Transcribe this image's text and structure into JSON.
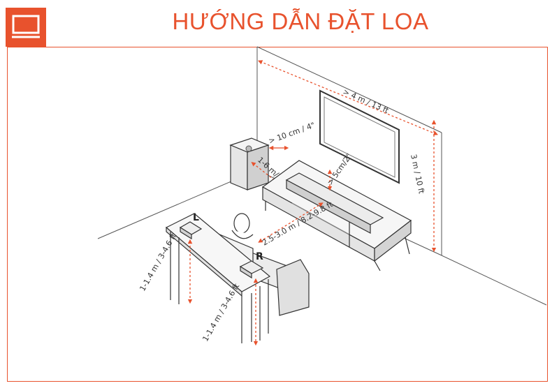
{
  "header": {
    "title": "HƯỚNG DẪN ĐẶT LOA",
    "brand_color": "#e8522d",
    "logo_icon": "tv-monitor-icon"
  },
  "labels": {
    "tv_width": "> 4 m / 13 ft",
    "wall_height": "3 m / 10 ft",
    "sub_gap": "> 10 cm / 4\"",
    "sub_distance": "1-6 m/3-20 ft",
    "bar_gap": "> 5cm/2\"",
    "listen_distance": "2.5-3.0 m / 8.2-9.8 ft",
    "left_height": "1-1.4 m / 3-4.6 ft",
    "right_height": "1-1.4 m / 3-4.6 ft",
    "left_speaker": "L",
    "right_speaker": "R"
  },
  "colors": {
    "accent": "#e8522d",
    "line": "#444444",
    "fill_light": "#f2f2f2",
    "fill_mid": "#d9d9d9"
  }
}
